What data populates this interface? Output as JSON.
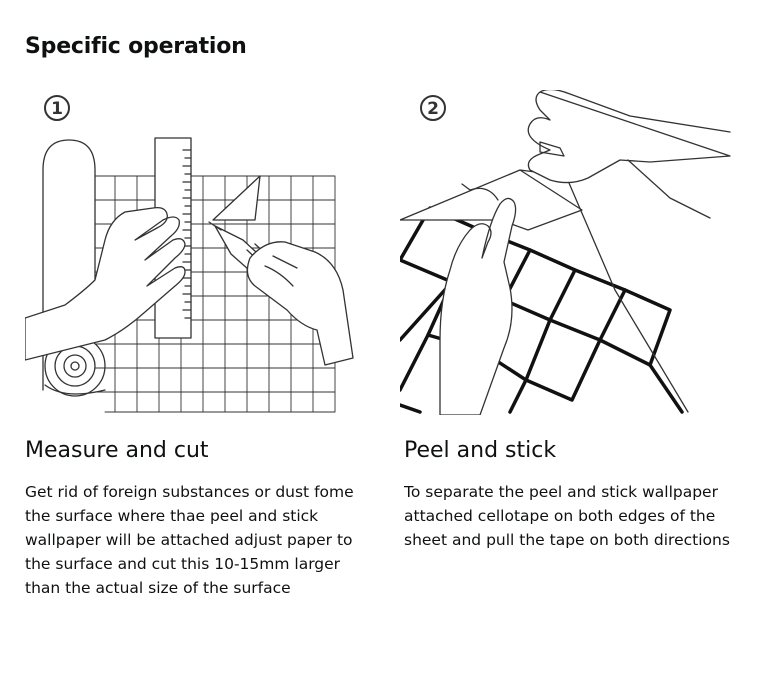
{
  "heading": "Specific operation",
  "steps": [
    {
      "number": "1",
      "title": "Measure and cut",
      "description": "Get rid of foreign substances or dust fome the surface where thae peel and stick wallpaper will be attached adjust paper to the surface and cut this 10-15mm larger than the actual size of the surface",
      "icon": "measure-and-cut-illustration"
    },
    {
      "number": "2",
      "title": "Peel and stick",
      "description": "To separate the peel and stick wallpaper attached cellotape on both edges of the sheet and pull the tape on both directions",
      "icon": "peel-and-stick-illustration"
    }
  ],
  "colors": {
    "text": "#0f1111",
    "line": "#333333",
    "background": "#ffffff"
  }
}
